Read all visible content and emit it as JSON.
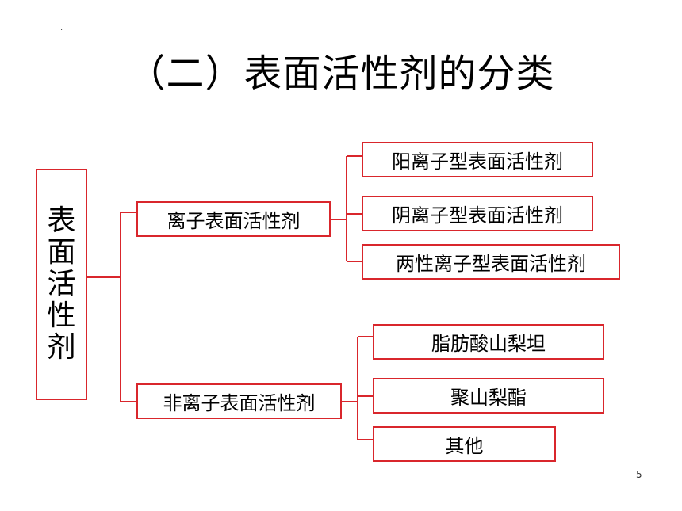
{
  "title": "（二）表面活性剂的分类",
  "root": [
    "表",
    "面",
    "活",
    "性",
    "剂"
  ],
  "ionic": {
    "label": "离子表面活性剂",
    "children": [
      "阳离子型表面活性剂",
      "阴离子型表面活性剂",
      "两性离子型表面活性剂"
    ]
  },
  "nonionic": {
    "label": "非离子表面活性剂",
    "children": [
      "脂肪酸山梨坦",
      "聚山梨酯",
      "其他"
    ]
  },
  "page_number": "5",
  "colors": {
    "box_border": "#d9262c",
    "connector": "#d9262c"
  }
}
